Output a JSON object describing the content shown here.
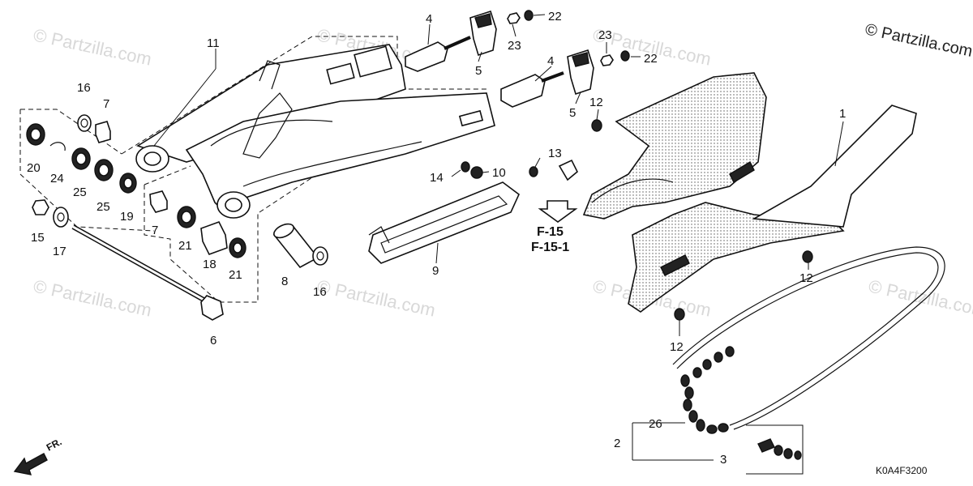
{
  "copyright": "© Partzilla.com",
  "watermark": "© Partzilla.com",
  "diagram_code": "K0A4F3200",
  "front_indicator": "FR.",
  "reference_labels": [
    "F-15",
    "F-15-1"
  ],
  "callouts": {
    "n1": "1",
    "n2": "2",
    "n3": "3",
    "n4a": "4",
    "n4b": "4",
    "n5a": "5",
    "n5b": "5",
    "n6": "6",
    "n7a": "7",
    "n7b": "7",
    "n8": "8",
    "n9": "9",
    "n10": "10",
    "n11": "11",
    "n12a": "12",
    "n12b": "12",
    "n12c": "12",
    "n13": "13",
    "n14": "14",
    "n15": "15",
    "n16a": "16",
    "n16b": "16",
    "n17": "17",
    "n18": "18",
    "n19": "19",
    "n20": "20",
    "n21a": "21",
    "n21b": "21",
    "n22a": "22",
    "n22b": "22",
    "n23a": "23",
    "n23b": "23",
    "n24": "24",
    "n25a": "25",
    "n25b": "25",
    "n26": "26"
  }
}
